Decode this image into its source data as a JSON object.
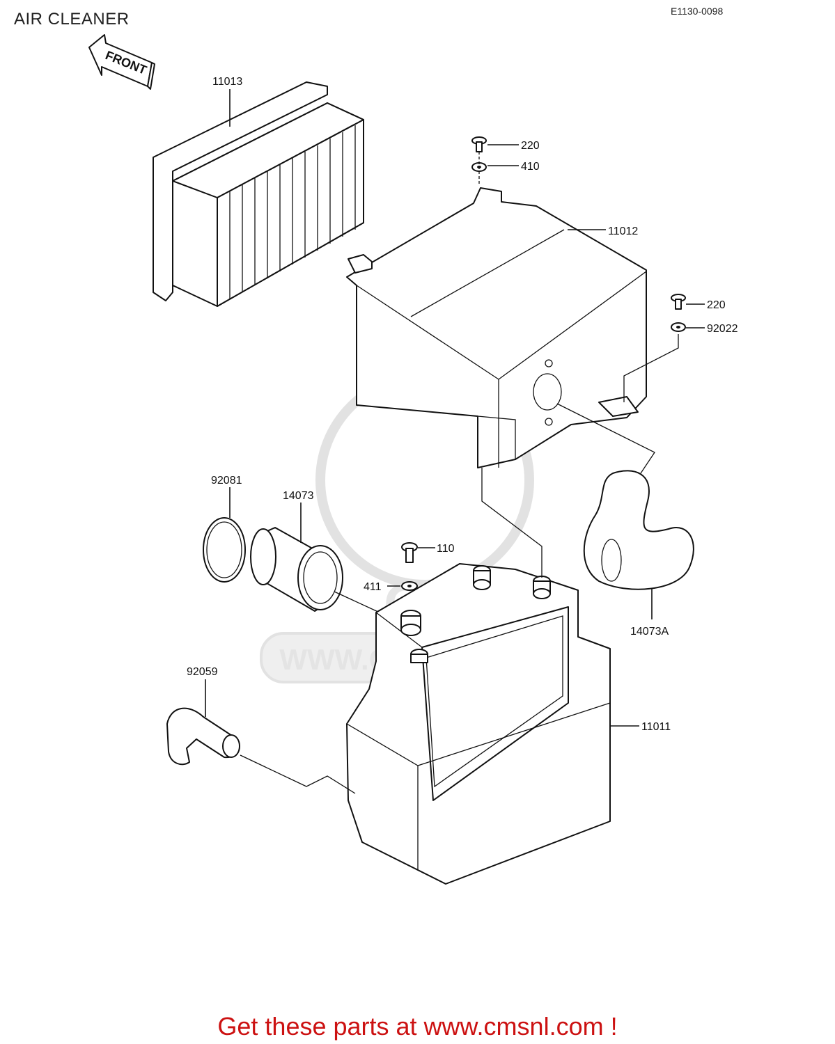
{
  "title": "AIR CLEANER",
  "code": "E1130-0098",
  "front_label": "FRONT",
  "watermark": {
    "brand": "CMS",
    "url": "WWW.CMSNL.COM"
  },
  "footer": {
    "text": "Get these parts at www.cmsnl.com !",
    "color": "#cc1111"
  },
  "parts": [
    {
      "id": "p-11013",
      "number": "11013",
      "name": "air filter element"
    },
    {
      "id": "p-220a",
      "number": "220",
      "name": "bolt"
    },
    {
      "id": "p-410",
      "number": "410",
      "name": "washer"
    },
    {
      "id": "p-11012",
      "number": "11012",
      "name": "air cleaner cover"
    },
    {
      "id": "p-220b",
      "number": "220",
      "name": "bolt"
    },
    {
      "id": "p-92022",
      "number": "92022",
      "name": "washer"
    },
    {
      "id": "p-92081",
      "number": "92081",
      "name": "ring"
    },
    {
      "id": "p-14073",
      "number": "14073",
      "name": "duct"
    },
    {
      "id": "p-110",
      "number": "110",
      "name": "bolt"
    },
    {
      "id": "p-411",
      "number": "411",
      "name": "washer"
    },
    {
      "id": "p-14073a",
      "number": "14073A",
      "name": "hose"
    },
    {
      "id": "p-92059",
      "number": "92059",
      "name": "drain hose"
    },
    {
      "id": "p-11011",
      "number": "11011",
      "name": "air cleaner case"
    }
  ]
}
